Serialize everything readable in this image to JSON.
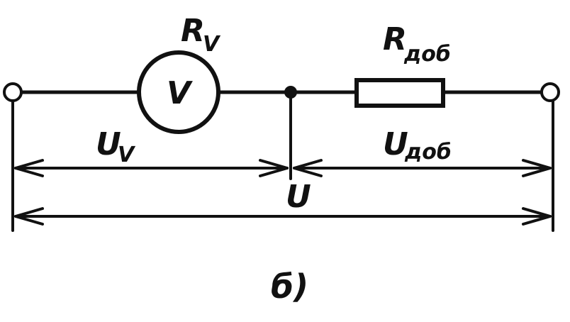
{
  "components": {
    "voltmeter": {
      "symbol": "V",
      "label_main": "R",
      "label_sub": "V"
    },
    "resistor": {
      "label_main": "R",
      "label_sub": "доб"
    }
  },
  "voltages": {
    "u_v": {
      "main": "U",
      "sub": "V"
    },
    "u_dob": {
      "main": "U",
      "sub": "доб"
    },
    "u_total": {
      "main": "U"
    }
  },
  "caption": "б)",
  "colors": {
    "ink": "#111111",
    "background": "#ffffff"
  }
}
